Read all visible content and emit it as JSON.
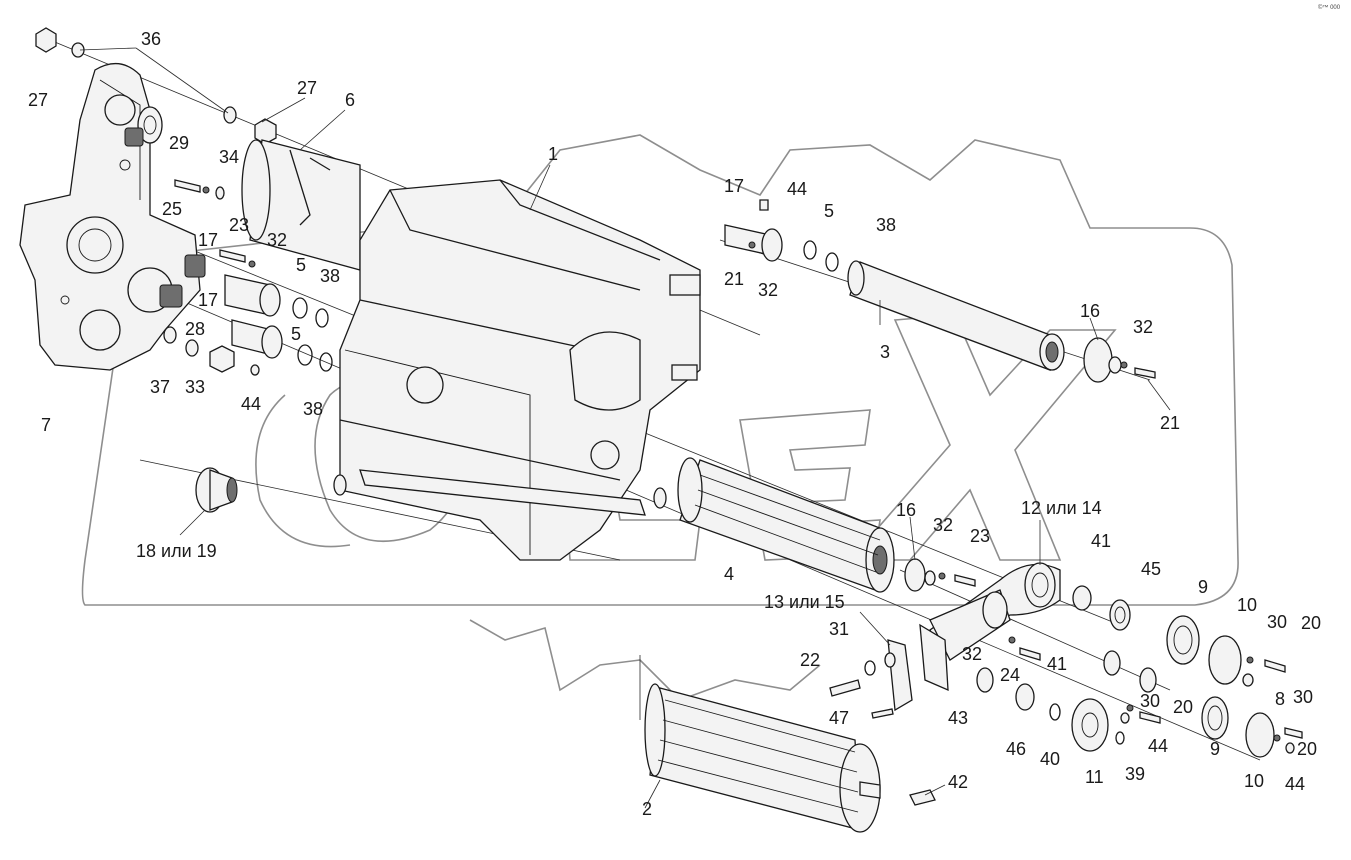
{
  "diagram": {
    "callouts": [
      {
        "id": "c1",
        "text": "1"
      },
      {
        "id": "c2",
        "text": "2"
      },
      {
        "id": "c3",
        "text": "3"
      },
      {
        "id": "c4",
        "text": "4"
      },
      {
        "id": "c5a",
        "text": "5"
      },
      {
        "id": "c5b",
        "text": "5"
      },
      {
        "id": "c5c",
        "text": "5"
      },
      {
        "id": "c6",
        "text": "6"
      },
      {
        "id": "c7",
        "text": "7"
      },
      {
        "id": "c8",
        "text": "8"
      },
      {
        "id": "c9a",
        "text": "9"
      },
      {
        "id": "c9b",
        "text": "9"
      },
      {
        "id": "c10a",
        "text": "10"
      },
      {
        "id": "c10b",
        "text": "10"
      },
      {
        "id": "c11",
        "text": "11"
      },
      {
        "id": "c12",
        "text": "12 или 14"
      },
      {
        "id": "c13",
        "text": "13 или 15"
      },
      {
        "id": "c16a",
        "text": "16"
      },
      {
        "id": "c16b",
        "text": "16"
      },
      {
        "id": "c17a",
        "text": "17"
      },
      {
        "id": "c17b",
        "text": "17"
      },
      {
        "id": "c17c",
        "text": "17"
      },
      {
        "id": "c18",
        "text": "18 или 19"
      },
      {
        "id": "c20a",
        "text": "20"
      },
      {
        "id": "c20b",
        "text": "20"
      },
      {
        "id": "c20c",
        "text": "20"
      },
      {
        "id": "c21a",
        "text": "21"
      },
      {
        "id": "c21b",
        "text": "21"
      },
      {
        "id": "c22",
        "text": "22"
      },
      {
        "id": "c23a",
        "text": "23"
      },
      {
        "id": "c23b",
        "text": "23"
      },
      {
        "id": "c24",
        "text": "24"
      },
      {
        "id": "c25",
        "text": "25"
      },
      {
        "id": "c27a",
        "text": "27"
      },
      {
        "id": "c27b",
        "text": "27"
      },
      {
        "id": "c28",
        "text": "28"
      },
      {
        "id": "c29",
        "text": "29"
      },
      {
        "id": "c30a",
        "text": "30"
      },
      {
        "id": "c30b",
        "text": "30"
      },
      {
        "id": "c30c",
        "text": "30"
      },
      {
        "id": "c31",
        "text": "31"
      },
      {
        "id": "c32a",
        "text": "32"
      },
      {
        "id": "c32b",
        "text": "32"
      },
      {
        "id": "c32c",
        "text": "32"
      },
      {
        "id": "c32d",
        "text": "32"
      },
      {
        "id": "c32e",
        "text": "32"
      },
      {
        "id": "c33",
        "text": "33"
      },
      {
        "id": "c34",
        "text": "34"
      },
      {
        "id": "c36",
        "text": "36"
      },
      {
        "id": "c37",
        "text": "37"
      },
      {
        "id": "c38a",
        "text": "38"
      },
      {
        "id": "c38b",
        "text": "38"
      },
      {
        "id": "c38c",
        "text": "38"
      },
      {
        "id": "c39",
        "text": "39"
      },
      {
        "id": "c40",
        "text": "40"
      },
      {
        "id": "c41a",
        "text": "41"
      },
      {
        "id": "c41b",
        "text": "41"
      },
      {
        "id": "c42",
        "text": "42"
      },
      {
        "id": "c43",
        "text": "43"
      },
      {
        "id": "c44a",
        "text": "44"
      },
      {
        "id": "c44b",
        "text": "44"
      },
      {
        "id": "c44c",
        "text": "44"
      },
      {
        "id": "c44d",
        "text": "44"
      },
      {
        "id": "c45",
        "text": "45"
      },
      {
        "id": "c46",
        "text": "46"
      },
      {
        "id": "c47",
        "text": "47"
      }
    ],
    "corner_mark": "©™ 000"
  }
}
